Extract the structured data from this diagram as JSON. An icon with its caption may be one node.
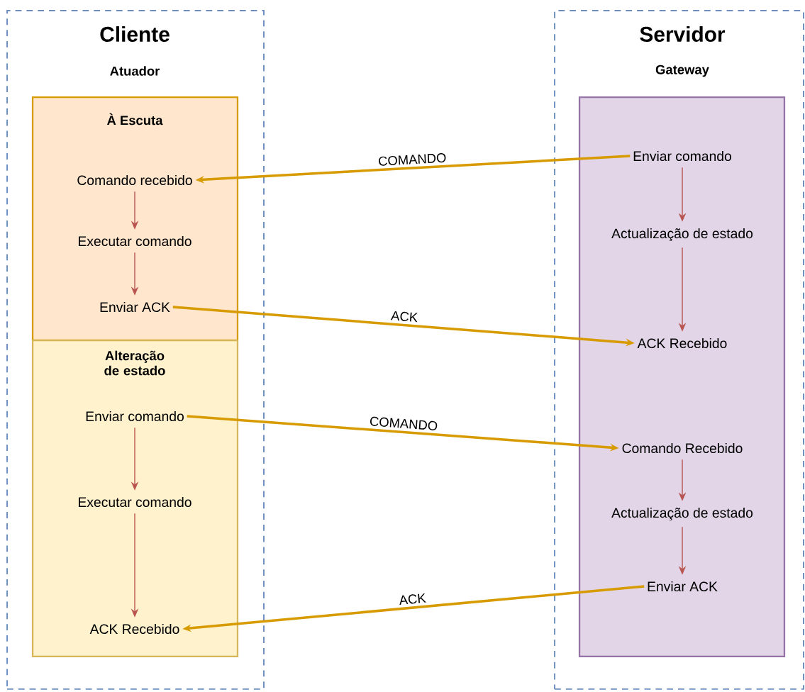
{
  "diagram": {
    "nodes": [
      {
        "text": [
          "Cliente",
          "Atuador"
        ]
      },
      {
        "text": [
          "Servidor",
          "Gateway"
        ]
      },
      {
        "text": [
          "À Escuta"
        ],
        "in": 0
      },
      {
        "text": [
          "Comando recebido"
        ],
        "in": 2
      },
      {
        "text": [
          "Executar comando"
        ],
        "in": 2
      },
      {
        "text": [
          "Enviar ACK"
        ],
        "in": 2
      },
      {
        "text": [
          "Alteração de estado"
        ],
        "in": 0
      },
      {
        "text": [
          "Enviar comando"
        ],
        "in": 6
      },
      {
        "text": [
          "Executar comando"
        ],
        "in": 6
      },
      {
        "text": [
          "ACK Recebido"
        ],
        "in": 6
      },
      {
        "text": [],
        "shape": "box",
        "in": 1
      },
      {
        "text": [
          "Enviar comando"
        ],
        "in": 10
      },
      {
        "text": [
          "Actualização de estado"
        ],
        "in": 10
      },
      {
        "text": [
          "ACK Recebido"
        ],
        "in": 10
      },
      {
        "text": [
          "Comando Recebido"
        ],
        "in": 10
      },
      {
        "text": [
          "Actualização de estado"
        ],
        "in": 10
      },
      {
        "text": [
          "Enviar ACK"
        ],
        "in": 10
      }
    ],
    "edges": [
      {
        "from": 3,
        "to": 4,
        "arrow": "to"
      },
      {
        "from": 4,
        "to": 5,
        "arrow": "to"
      },
      {
        "from": 7,
        "to": 8,
        "arrow": "to"
      },
      {
        "from": 8,
        "to": 9,
        "arrow": "to"
      },
      {
        "from": 11,
        "to": 12,
        "arrow": "to"
      },
      {
        "from": 12,
        "to": 13,
        "arrow": "to"
      },
      {
        "from": 14,
        "to": 15,
        "arrow": "to"
      },
      {
        "from": 15,
        "to": 16,
        "arrow": "to"
      },
      {
        "from": 11,
        "to": 3,
        "arrow": "to",
        "label": "COMANDO",
        "style": "thick",
        "color": "#d79b00"
      },
      {
        "from": 5,
        "to": 13,
        "arrow": "to",
        "label": "ACK",
        "style": "thick",
        "color": "#d79b00"
      },
      {
        "from": 7,
        "to": 14,
        "arrow": "to",
        "label": "COMANDO",
        "style": "thick",
        "color": "#d79b00"
      },
      {
        "from": 16,
        "to": 9,
        "arrow": "to",
        "label": "ACK",
        "style": "thick",
        "color": "#d79b00"
      }
    ]
  }
}
